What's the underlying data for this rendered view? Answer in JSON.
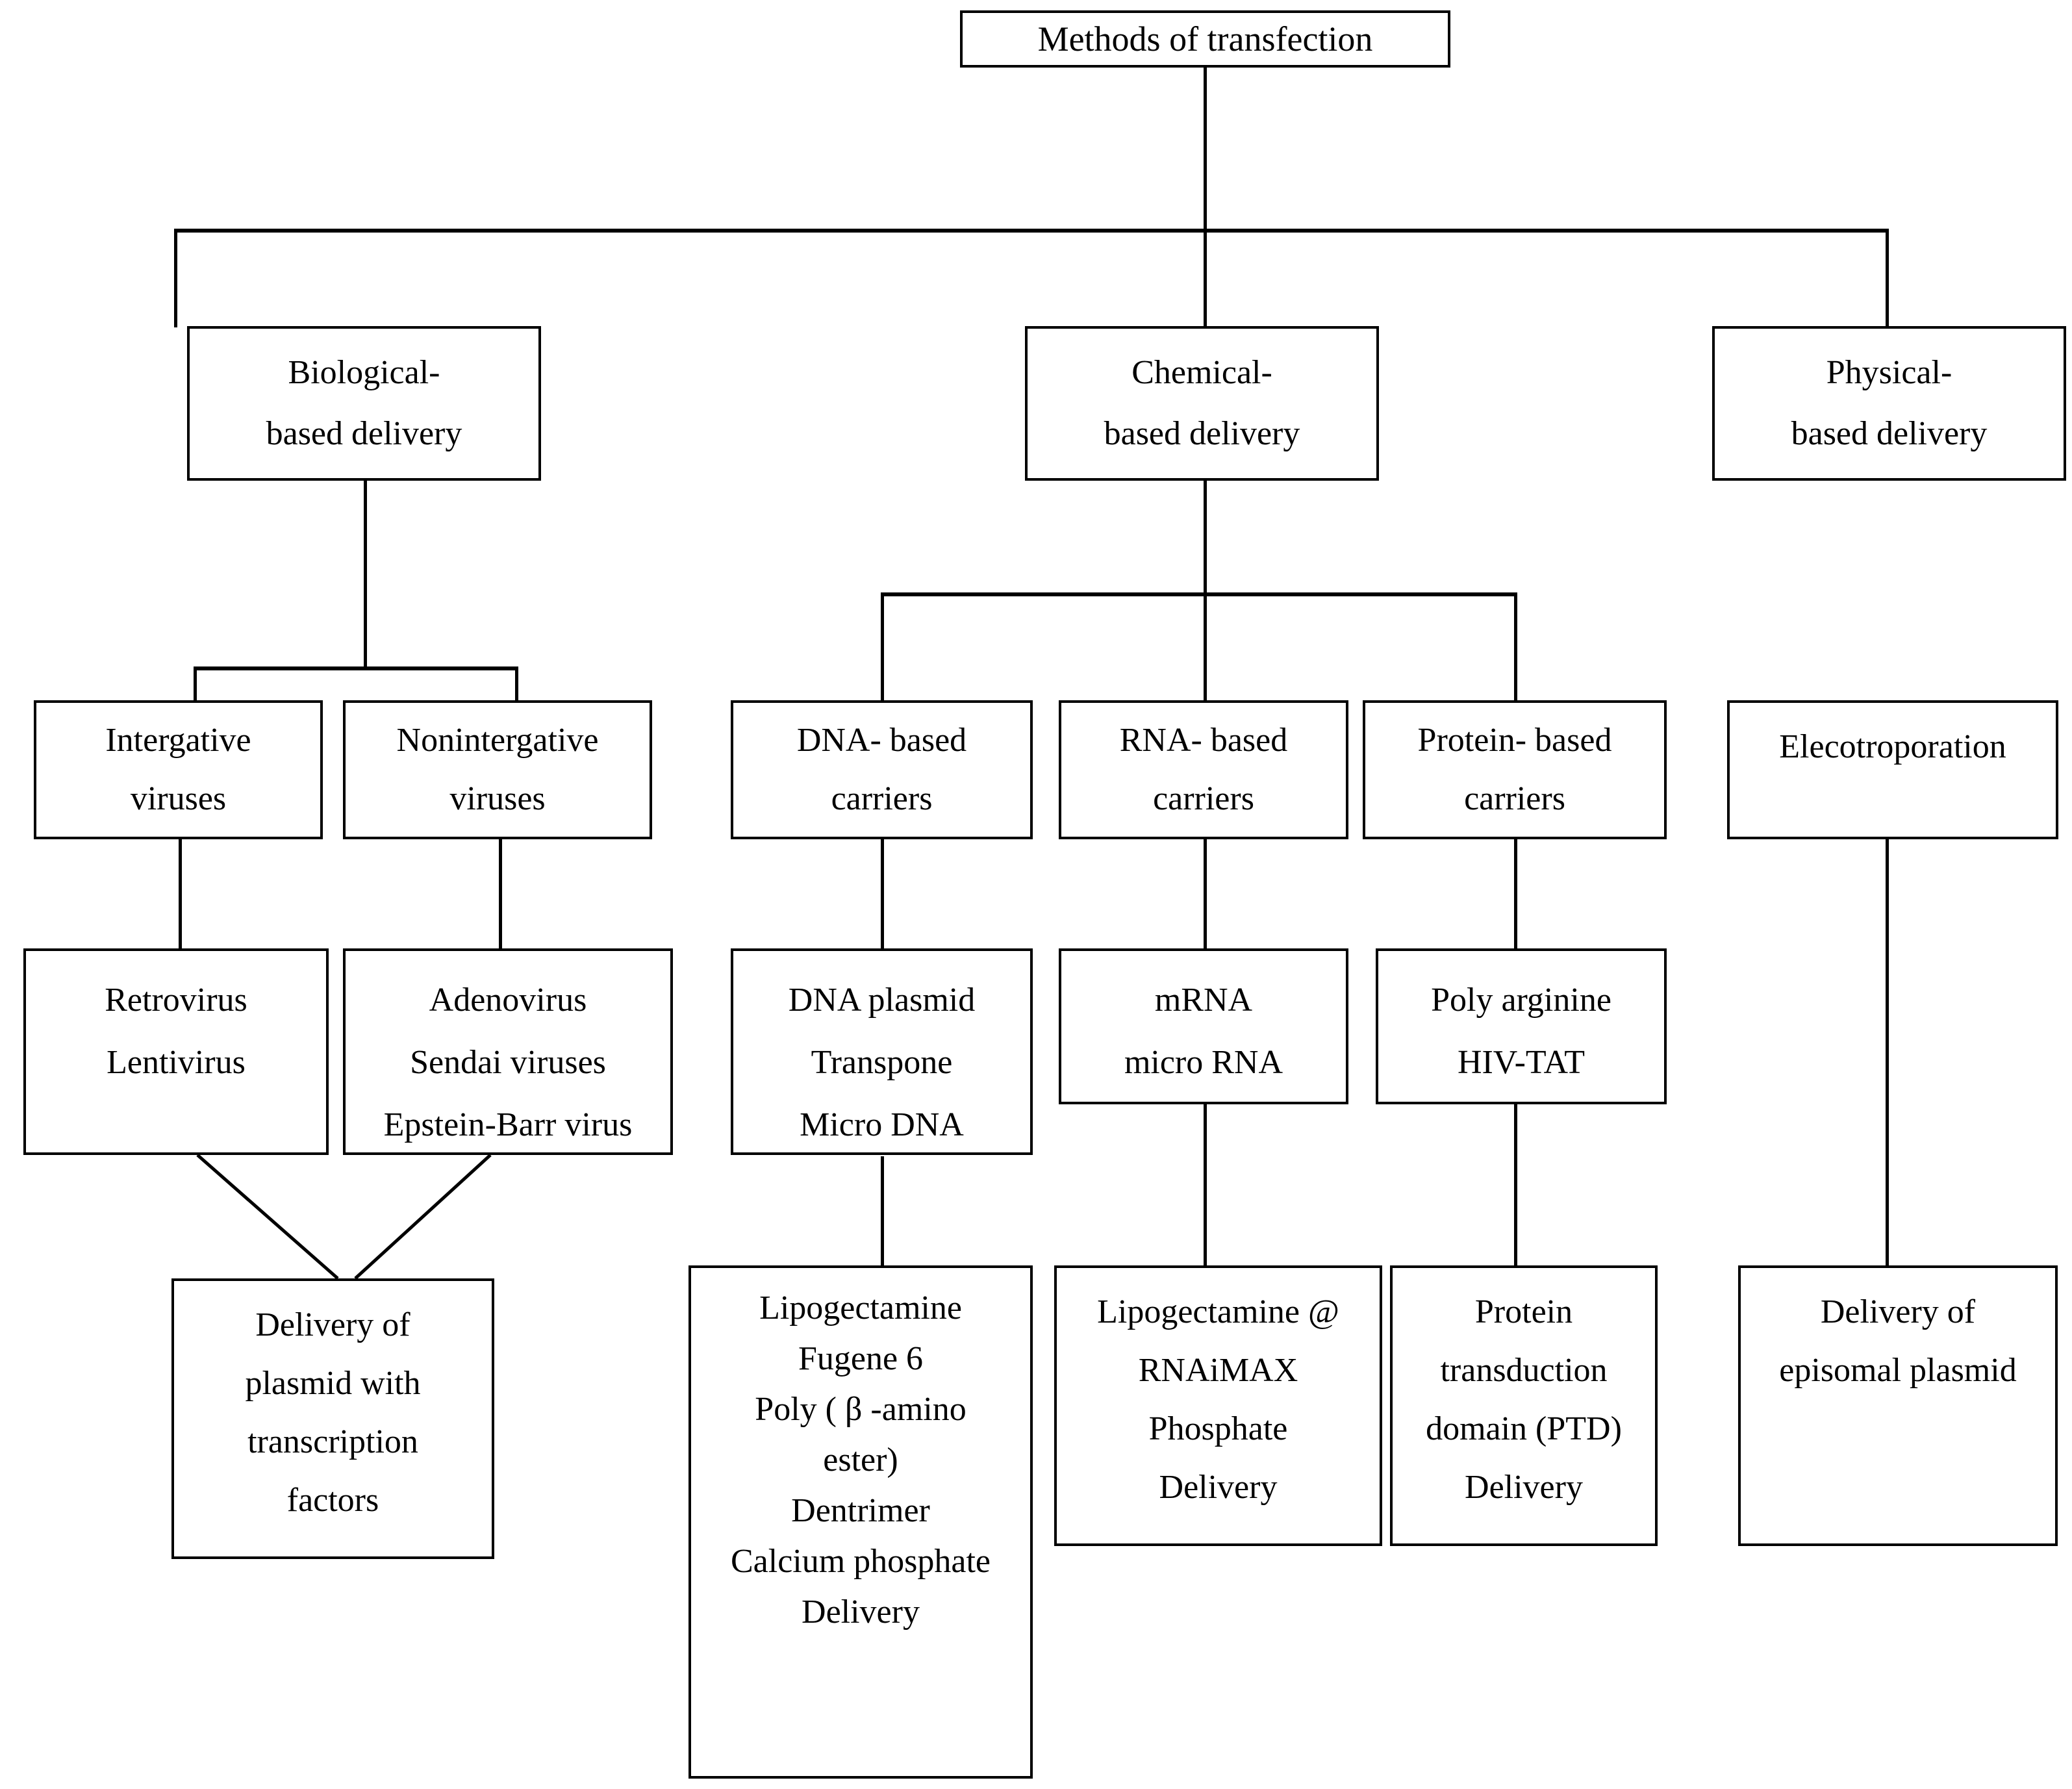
{
  "diagram": {
    "title": "Methods of transfection",
    "type": "flowchart",
    "nodes": {
      "root": {
        "label": "Methods of transfection",
        "lines": [
          "Methods of transfection"
        ]
      },
      "biological": {
        "lines": [
          "Biological-",
          "based delivery"
        ]
      },
      "chemical": {
        "lines": [
          "Chemical-",
          "based delivery"
        ]
      },
      "physical": {
        "lines": [
          "Physical-",
          "based delivery"
        ]
      },
      "integrative_viruses": {
        "lines": [
          "Intergative",
          "viruses"
        ]
      },
      "nonintegrative_viruses": {
        "lines": [
          "Nonintergative",
          "viruses"
        ]
      },
      "dna_carriers": {
        "lines": [
          "DNA- based",
          "carriers"
        ]
      },
      "rna_carriers": {
        "lines": [
          "RNA- based",
          "carriers"
        ]
      },
      "protein_carriers": {
        "lines": [
          "Protein- based",
          "carriers"
        ]
      },
      "electroporation": {
        "lines": [
          "Elecotroporation"
        ]
      },
      "retrovirus": {
        "lines": [
          "Retrovirus",
          "Lentivirus"
        ]
      },
      "adenovirus": {
        "lines": [
          "Adenovirus",
          "Sendai viruses",
          "Epstein-Barr virus"
        ]
      },
      "dna_plasmid": {
        "lines": [
          "DNA plasmid",
          "Transpone",
          "Micro DNA"
        ]
      },
      "mrna": {
        "lines": [
          "mRNA",
          "micro RNA"
        ]
      },
      "poly_arginine": {
        "lines": [
          "Poly arginine",
          "HIV-TAT"
        ]
      },
      "delivery_plasmid_tf": {
        "lines": [
          "Delivery of",
          "plasmid with",
          "transcription",
          "factors"
        ]
      },
      "lipogectamine_dna": {
        "lines": [
          "Lipogectamine",
          "Fugene 6",
          "Poly ( β -amino",
          "ester)",
          "Dentrimer",
          "Calcium phosphate",
          "Delivery"
        ]
      },
      "lipogectamine_rna": {
        "lines": [
          "Lipogectamine @",
          "RNAiMAX",
          "Phosphate",
          "Delivery"
        ]
      },
      "ptd": {
        "lines": [
          "Protein",
          "transduction",
          "domain (PTD)",
          "Delivery"
        ]
      },
      "episomal": {
        "lines": [
          "Delivery of",
          "episomal plasmid"
        ]
      }
    },
    "colors": {
      "line": "#000000",
      "background": "#ffffff",
      "text": "#000000"
    }
  }
}
